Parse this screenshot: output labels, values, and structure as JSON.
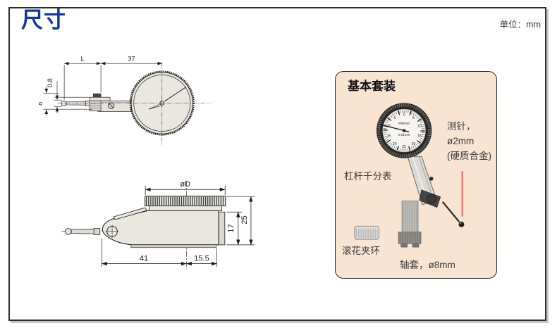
{
  "page": {
    "title": "尺寸",
    "unit_label": "单位：mm"
  },
  "side_view": {
    "dim_l": "L",
    "dim_37": "37",
    "dim_0_8": "0.8",
    "dim_8": "8"
  },
  "top_view": {
    "dim_d": "øD",
    "dim_41": "41",
    "dim_15_5": "15.5",
    "dim_17": "17",
    "dim_25": "25"
  },
  "kit_panel": {
    "title": "基本套装",
    "indicator_label": "杠杆千分表",
    "stylus_label": [
      "测针，",
      "ø2mm",
      "(硬质合金)"
    ],
    "clamp_ring_label": "滚花夹环",
    "stem_label": "轴套，ø8mm",
    "dial": {
      "brand": "Mitutoyo",
      "graduation": "0.01mm",
      "numbers": [
        "0",
        "5",
        "10",
        "15",
        "20",
        "25"
      ]
    }
  },
  "colors": {
    "title_blue": "#0c3aa2",
    "panel_bg": "#f9e4d2",
    "annotation_red": "#e8312a",
    "drawing_fill": "#eae7e1",
    "line": "#2b2b2b"
  }
}
